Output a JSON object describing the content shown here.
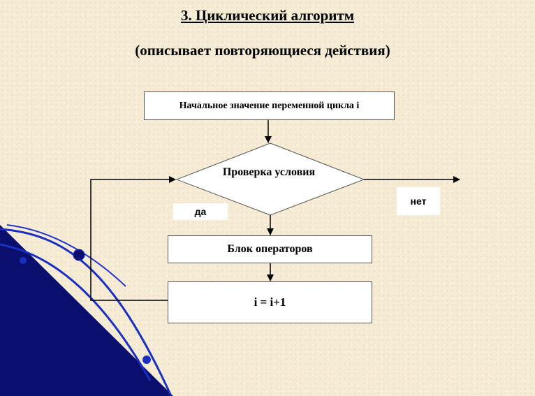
{
  "title": "3. Циклический алгоритм",
  "subtitle": "(описывает повторяющиеся действия)",
  "diagram": {
    "init_block": "Начальное  значение переменной цикла i",
    "condition_block": "Проверка условия",
    "yes_label": "да",
    "no_label": "нет",
    "operators_block": "Блок операторов",
    "increment_block": "i = i+1"
  },
  "decoration": {
    "dark_fill": "#0a0f6e",
    "arc_color": "#1a2ec0"
  }
}
